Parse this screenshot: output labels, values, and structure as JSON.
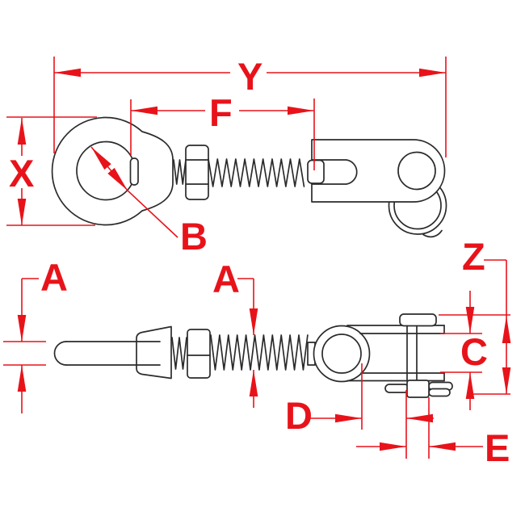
{
  "drawing": {
    "type": "technical-dimension-drawing",
    "subject": "swing eye toggle bolt with hex nut, clevis toggle jaw, pin and retaining ring (two orthographic views)",
    "background_color": "#ffffff",
    "outline_color": "#2b2b2b",
    "dimension_color": "#e8131a",
    "dimension_labels": {
      "overall_length": "Y",
      "thread_length": "F",
      "eye_outside_diameter": "X",
      "eye_inside_diameter": "B",
      "shank_diameter": "A",
      "thread_diameter": "A",
      "toggle_overall_height": "Z",
      "jaw_opening": "C",
      "jaw_offset": "D",
      "pin_diameter": "E"
    }
  }
}
